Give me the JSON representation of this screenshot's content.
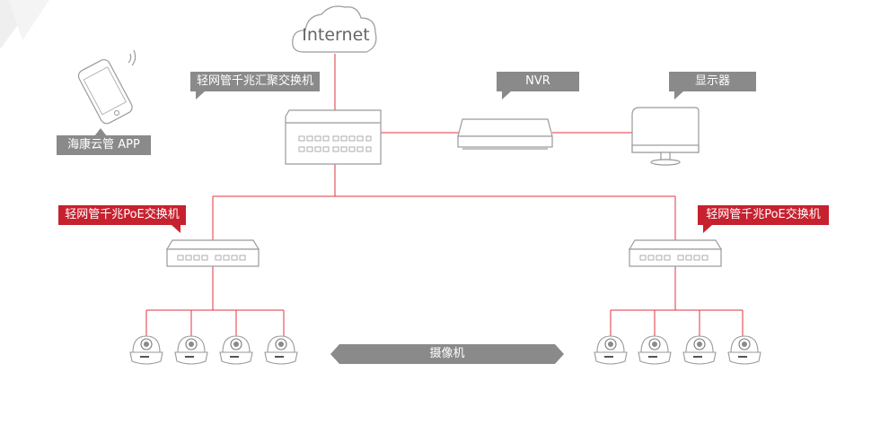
{
  "internet": {
    "label": "Internet"
  },
  "labels": {
    "aggregation_switch": "轻网管千兆汇聚交换机",
    "nvr": "NVR",
    "monitor": "显示器",
    "app": "海康云管 APP",
    "poe_left": "轻网管千兆PoE交换机",
    "poe_right": "轻网管千兆PoE交换机",
    "cameras": "摄像机"
  },
  "colors": {
    "link_line": "#e0353f",
    "label_gray": "#8a8a8a",
    "label_red": "#c7212f",
    "device_stroke": "#b5b5b5"
  },
  "icons": [
    "cloud-icon",
    "phone-icon",
    "switch-icon",
    "nvr-icon",
    "monitor-icon",
    "dome-camera-icon"
  ]
}
